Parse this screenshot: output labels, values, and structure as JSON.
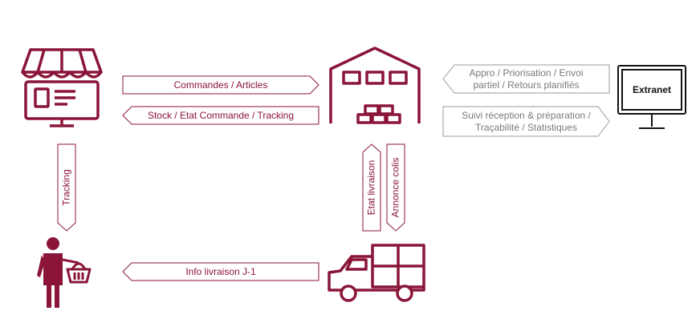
{
  "colors": {
    "accent": "#8a1538",
    "neutral": "#9a9a9a",
    "dark": "#111111"
  },
  "nodes": {
    "shop": {
      "icon": "storefront-icon"
    },
    "warehouse": {
      "icon": "warehouse-icon"
    },
    "extranet": {
      "icon": "monitor-icon",
      "label": "Extranet"
    },
    "customer": {
      "icon": "shopper-basket-icon"
    },
    "truck": {
      "icon": "delivery-truck-icon"
    }
  },
  "flows": {
    "orders": "Commandes / Articles",
    "stock": "Stock / Etat Commande / Tracking",
    "appro_line1": "Appro / Priorisation / Envoi",
    "appro_line2": "partiel / Retours planifiés",
    "suivi_line1": "Suivi réception & préparation /",
    "suivi_line2": "Traçabilité / Statistiques",
    "tracking": "Tracking",
    "etat_livraison": "Etat livraison",
    "annonce_colis": "Annonce colis",
    "info_livraison": "Info livraison J-1"
  }
}
